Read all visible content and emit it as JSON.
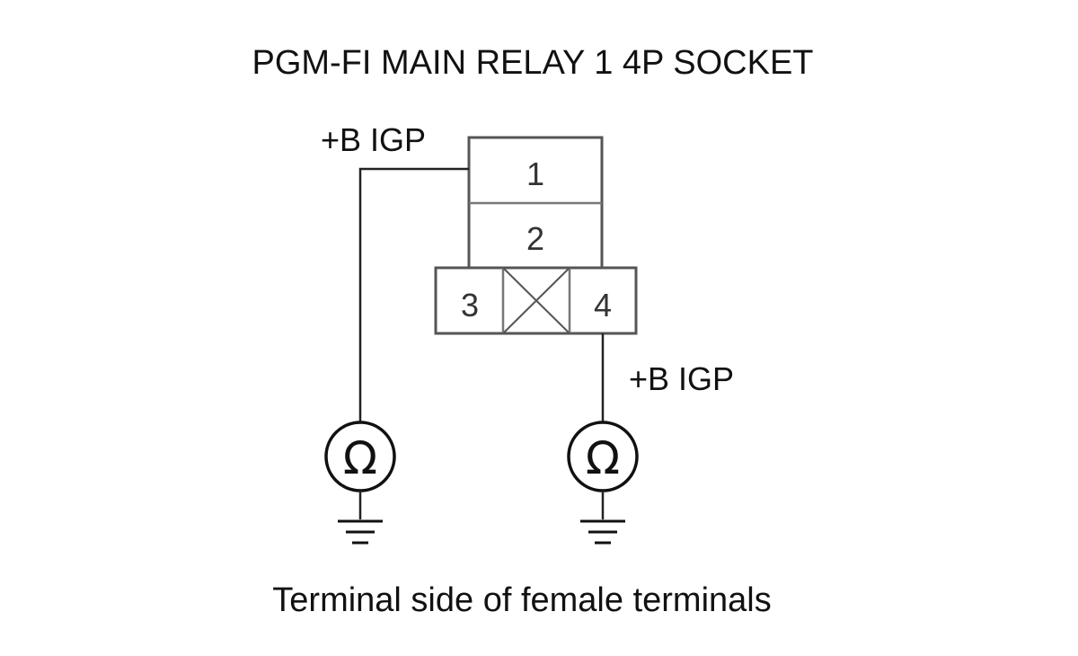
{
  "title": "PGM-FI MAIN RELAY 1 4P SOCKET",
  "caption": "Terminal side of female terminals",
  "connector": {
    "pins": [
      {
        "number": "1",
        "signal": "+B IGP"
      },
      {
        "number": "2",
        "signal": ""
      },
      {
        "number": "3",
        "signal": ""
      },
      {
        "number": "4",
        "signal": "+B IGP"
      }
    ],
    "blank_cavity_icon": "x-mark-icon"
  },
  "meters": [
    {
      "symbol": "Ω",
      "icon": "ohmmeter-icon",
      "connected_pin": "1"
    },
    {
      "symbol": "Ω",
      "icon": "ohmmeter-icon",
      "connected_pin": "4"
    }
  ],
  "ground_icon": "ground-icon"
}
